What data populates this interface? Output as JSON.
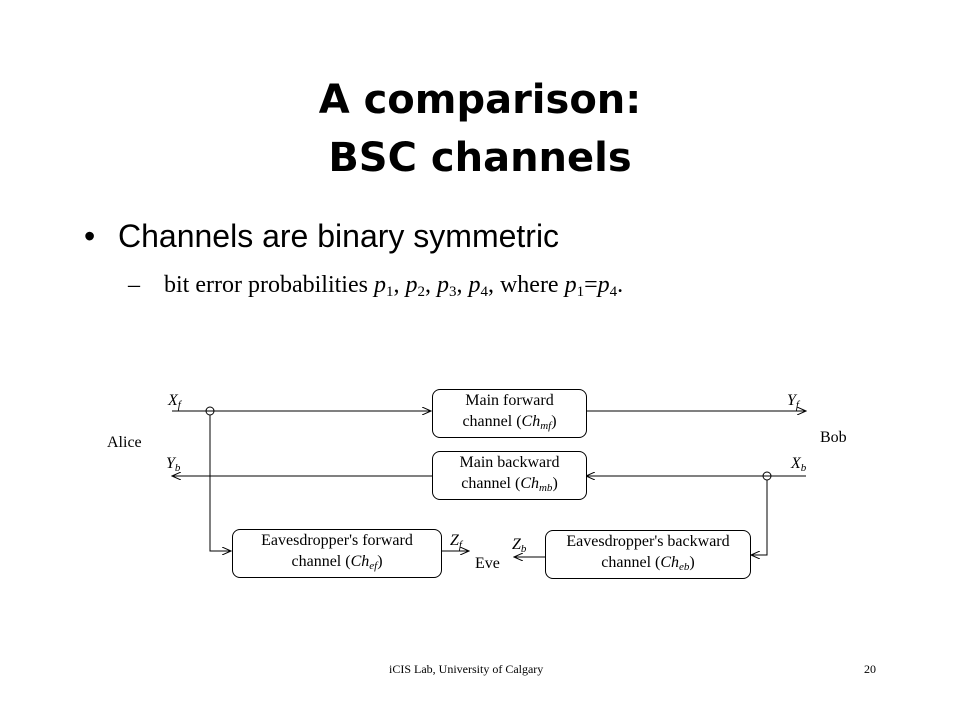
{
  "slide": {
    "title_line1": "A comparison:",
    "title_line2": "BSC channels",
    "bullet": "Channels are binary symmetric",
    "sub_prefix": "bit error probabilities",
    "sub_where": "where",
    "p": "p",
    "footer_center": "iCIS Lab, University of Calgary",
    "page_number": "20"
  },
  "diagram": {
    "alice": "Alice",
    "bob": "Bob",
    "eve": "Eve",
    "X": "X",
    "Y": "Y",
    "Z": "Z",
    "f": "f",
    "b": "b",
    "box_main_forward": {
      "line1": "Main forward",
      "line2_prefix": "channel (",
      "ch": "Ch",
      "sub": "mf",
      "close": ")"
    },
    "box_main_backward": {
      "line1": "Main backward",
      "line2_prefix": "channel (",
      "ch": "Ch",
      "sub": "mb",
      "close": ")"
    },
    "box_eve_forward": {
      "line1": "Eavesdropper's forward",
      "line2_prefix": "channel (",
      "ch": "Ch",
      "sub": "ef",
      "close": ")"
    },
    "box_eve_backward": {
      "line1": "Eavesdropper's backward",
      "line2_prefix": "channel (",
      "ch": "Ch",
      "sub": "eb",
      "close": ")"
    }
  }
}
